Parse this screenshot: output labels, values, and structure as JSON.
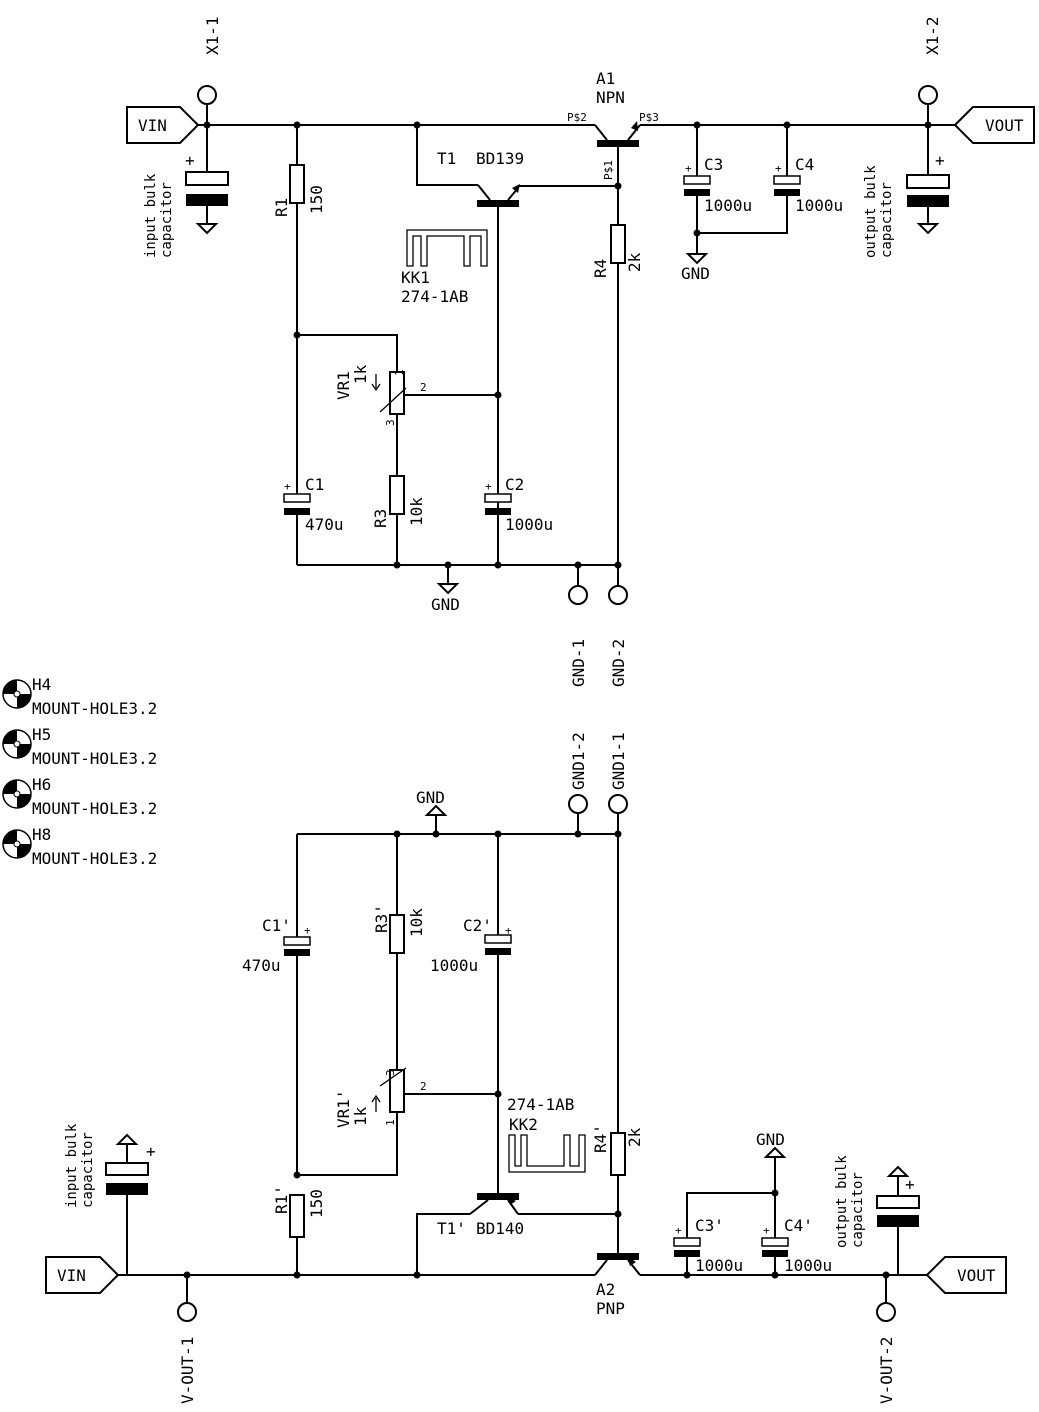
{
  "ports": {
    "vin_top": "VIN",
    "vout_top": "VOUT",
    "vin_bottom": "VIN",
    "vout_bottom": "VOUT"
  },
  "connectors": {
    "x1_1": "X1-1",
    "x1_2": "X1-2",
    "gnd_1": "GND-1",
    "gnd_2": "GND-2",
    "gnd1_2": "GND1-2",
    "gnd1_1": "GND1-1",
    "vout_1": "V-OUT-1",
    "vout_2": "V-OUT-2"
  },
  "notes": {
    "input_bulk_line1": "input bulk",
    "input_bulk_line2": "capacitor",
    "output_bulk_line1": "output bulk",
    "output_bulk_line2": "capacitor",
    "plus": "+"
  },
  "power": {
    "gnd": "GND"
  },
  "components": {
    "a1_name": "A1",
    "a1_type": "NPN",
    "a1_p1": "P$1",
    "a1_p2": "P$2",
    "a1_p3": "P$3",
    "a2_name": "A2",
    "a2_type": "PNP",
    "t1_name": "T1",
    "t1_value": "BD139",
    "t1p_name": "T1'",
    "t1p_value": "BD140",
    "kk1_name": "KK1",
    "kk1_value": "274-1AB",
    "kk2_name": "KK2",
    "kk2_value": "274-1AB",
    "r1_name": "R1",
    "r1_value": "150",
    "r1p_name": "R1'",
    "r1p_value": "150",
    "r3_name": "R3",
    "r3_value": "10k",
    "r3p_name": "R3'",
    "r3p_value": "10k",
    "r4_name": "R4",
    "r4_value": "2k",
    "r4p_name": "R4'",
    "r4p_value": "2k",
    "vr1_name": "VR1",
    "vr1_value": "1k",
    "vr1p_name": "VR1'",
    "vr1p_value": "1k",
    "pin1": "1",
    "pin2": "2",
    "pin3": "3",
    "c1_name": "C1",
    "c1_value": "470u",
    "c1p_name": "C1'",
    "c1p_value": "470u",
    "c2_name": "C2",
    "c2_value": "1000u",
    "c2p_name": "C2'",
    "c2p_value": "1000u",
    "c3_name": "C3",
    "c3_value": "1000u",
    "c3p_name": "C3'",
    "c3p_value": "1000u",
    "c4_name": "C4",
    "c4_value": "1000u",
    "c4p_name": "C4'",
    "c4p_value": "1000u"
  },
  "mount_holes": [
    {
      "name": "H4",
      "value": "MOUNT-HOLE3.2"
    },
    {
      "name": "H5",
      "value": "MOUNT-HOLE3.2"
    },
    {
      "name": "H6",
      "value": "MOUNT-HOLE3.2"
    },
    {
      "name": "H8",
      "value": "MOUNT-HOLE3.2"
    }
  ]
}
